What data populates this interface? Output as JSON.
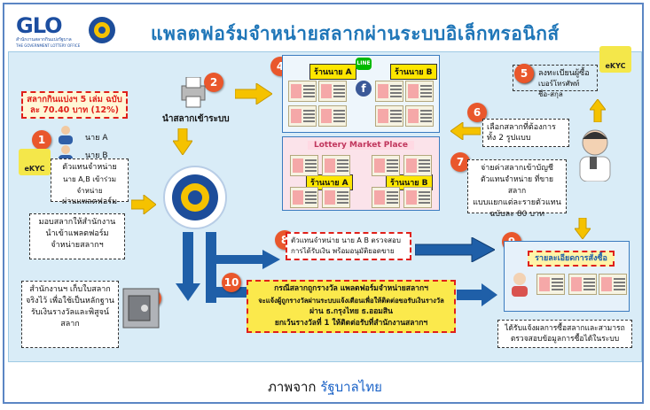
{
  "header": {
    "logo_text": "GLO",
    "logo_sub1": "สำนักงานสลากกินแบ่งรัฐบาล",
    "logo_sub2": "THE GOVERNMENT LOTTERY OFFICE",
    "title": "แพลตฟอร์มจำหน่ายสลากผ่านระบบอิเล็กทรอนิกส์"
  },
  "info_box": {
    "line1": "สลากกินแบ่งฯ 5 เล่ม ฉบับ",
    "line2": "ละ 70.40 บาท (12%)"
  },
  "steps": {
    "s1": {
      "num": "1",
      "person_a": "นาย A",
      "person_b": "นาย B",
      "badge": "eKYC",
      "box1_l1": "ตัวแทนจำหน่าย",
      "box1_l2": "นาย A,B เข้าร่วมจำหน่าย",
      "box1_l3": "ผ่านแพลตฟอร์ม",
      "box2_l1": "มอบสลากให้สำนักงาน",
      "box2_l2": "นำเข้าแพลตฟอร์ม",
      "box2_l3": "จำหน่ายสลากฯ"
    },
    "s2": {
      "num": "2",
      "label": "นำสลากเข้าระบบ"
    },
    "s3": {
      "num": "3",
      "l1": "สำนักงานฯ เก็บใบสลาก",
      "l2": "จริงไว้ เพื่อใช้เป็นหลักฐาน",
      "l3": "รับเงินรางวัลและพิสูจน์",
      "l4": "สลาก"
    },
    "s4": {
      "num": "4",
      "shop_a": "ร้านนาย A",
      "shop_b": "ร้านนาย B",
      "line": "LINE",
      "market": "Lottery Market Place"
    },
    "s5": {
      "num": "5",
      "l1": "ลงทะเบียนผู้ซื้อ",
      "l2": "เบอร์โทรศัพท์ ชื่อ-สกุล",
      "badge": "eKYC"
    },
    "s6": {
      "num": "6",
      "l1": "เลือกสลากที่ต้องการ",
      "l2": "ทั้ง 2 รูปแบบ"
    },
    "s7": {
      "num": "7",
      "l1": "จ่ายค่าสลากเข้าบัญชี",
      "l2": "ตัวแทนจำหน่าย ที่ขายสลาก",
      "l3": "แบบแยกแต่ละรายตัวแทน",
      "l4": "ฉบับละ 80 บาท"
    },
    "s8": {
      "num": "8",
      "l1": "ตัวแทนจำหน่าย นาย A B ตรวจสอบ",
      "l2": "การได้รับเงิน พร้อมอนุมัติยอดขาย"
    },
    "s9": {
      "num": "9",
      "label": "รายละเอียดการสั่งซื้อ",
      "l1": "ได้รับแจ้งผลการซื้อสลากและสามารถ",
      "l2": "ตรวจสอบข้อมูลการซื้อได้ในระบบ"
    },
    "s10": {
      "num": "10",
      "l1": "กรณีสลากถูกรางวัล แพลตฟอร์มจำหน่ายสลากฯ",
      "l2": "จะแจ้งผู้ถูกรางวัลผ่านระบบแจ้งเตือนเพื่อให้ติดต่อขอรับเงินรางวัล",
      "l3": "ผ่าน ธ.กรุงไทย ธ.ออมสิน",
      "l4": "ยกเว้นรางวัลที่ 1 ให้ติดต่อรับที่สำนักงานสลากฯ"
    }
  },
  "caption": {
    "prefix": "ภาพจาก",
    "source": "รัฐบาลไทย"
  },
  "colors": {
    "title": "#1f76b8",
    "badge": "#e9572c",
    "arrow_yellow": "#f5c200",
    "arrow_blue": "#1f5fa8",
    "canvas": "#d9ecf7"
  }
}
